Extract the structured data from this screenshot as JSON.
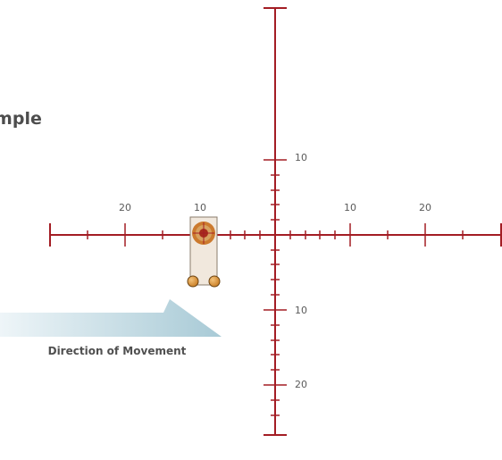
{
  "title": "Example",
  "direction_label": "Direction of Movement",
  "grid": {
    "x_tick_labels": [
      "20",
      "10",
      "10",
      "20"
    ],
    "y_tick_labels": [
      "10",
      "10",
      "20"
    ]
  },
  "colors": {
    "axis": "#a31d24",
    "arrow_light": "#eef5f8",
    "arrow_dark": "#a8cad6",
    "rail": "#f1e8dd",
    "rail_border": "#8a7c6c",
    "wheel": "#c97d24",
    "target_outer": "#cc7a2e",
    "target_inner": "#a82d1c"
  }
}
